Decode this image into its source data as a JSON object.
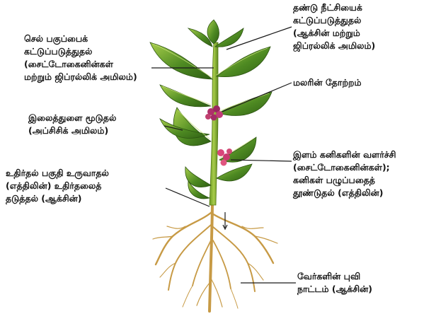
{
  "labels": {
    "stem_elongation": "தண்டு நீட்சியைக்\nகட்டுப்படுத்துதல்\n(ஆக்சின் மற்றும்\nஜிப்ரல்லிக் அமிலம்)",
    "cell_division": "செல் பகுப்பைக்\nகட்டுப்படுத்துதல்\n(சைட்டோகைனின்கள்\nமற்றும் ஜிப்ரல்லிக் அமிலம்)",
    "flowering": "மலரின் தோற்றம்",
    "stomata_closing": "இலைத்துளை மூடுதல்\n(அப்சிசிக் அமிலம்)",
    "fruit_growth": "இளம் கனிகளின் வளர்ச்சி\n(சைட்டோகைனின்கள்);\nகனிகள் பழுப்பதைத்\nதூண்டுதல் (எத்திலின்)",
    "abscission": "உதிர்தல் பகுதி உருவாதல்\n(எத்திலின்) உதிர்தலைத்\nதடுத்தல் (ஆக்சின்)",
    "root_branching": "வேர்களின் புவி\nநாட்டம் (ஆக்சின்)"
  },
  "colors": {
    "leaf": "#3f7a1e",
    "leaf_light": "#8fbf3a",
    "stem": "#7da62e",
    "flower": "#b0306a",
    "fruit": "#d9467a",
    "root": "#c79a45",
    "pointer": "#1a1a1a"
  }
}
